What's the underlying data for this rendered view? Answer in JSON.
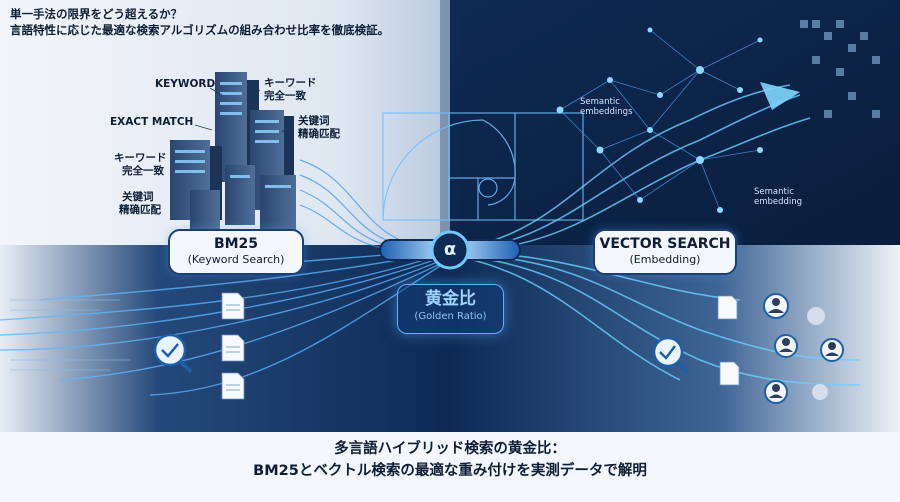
{
  "intro": {
    "line1": "単一手法の限界をどう超えるか？",
    "line2": "言語特性に応じた最適な検索アルゴリズムの組み合わせ比率を徹底検証。"
  },
  "left_labels": {
    "keyword": "KEYWORD",
    "exact_match": "EXACT MATCH",
    "ja_keyword_top": "キーワード",
    "ja_exact_top": "完全一致",
    "zh_keyword_top": "关键词",
    "zh_exact_top": "精确匹配",
    "ja_keyword_mid": "キーワード",
    "ja_exact_mid": "完全一致",
    "zh_keyword_bot": "关键词",
    "zh_exact_bot": "精确匹配"
  },
  "bm25": {
    "title": "BM25",
    "subtitle": "(Keyword Search)"
  },
  "vector": {
    "title": "VECTOR SEARCH",
    "subtitle": "(Embedding)"
  },
  "slider": {
    "symbol": "α"
  },
  "golden": {
    "title": "黄金比",
    "subtitle": "(Golden Ratio)"
  },
  "semantic": {
    "top": "Semantic embeddings",
    "bottom": "Semantic embedding"
  },
  "footer": {
    "line1": "多言語ハイブリッド検索の黄金比：",
    "line2": "BM25とベクトル検索の最適な重み付けを実測データで解明"
  },
  "colors": {
    "navy": "#0b2346",
    "accent": "#4fb4ff",
    "text_dark": "#0d1e36"
  }
}
